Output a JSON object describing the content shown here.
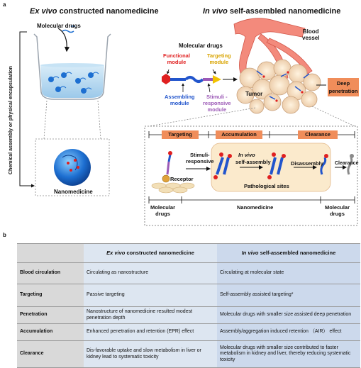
{
  "panel_a": {
    "letter": "a",
    "left_title_em": "Ex vivo",
    "left_title_rest": " constructed nanomedicine",
    "right_title_em": "In vivo",
    "right_title_rest": " self-assembled nanomedicine",
    "molecular_drugs_left": "Molecular drugs",
    "vertical_label": "Chemical assembly or physical encapsulation",
    "nanomedicine_label": "Nanomedicine",
    "molecular_drugs_right": "Molecular drugs",
    "functional_module": "Functional\nmodule",
    "targeting_module": "Targeting\nmodule",
    "assembling_module": "Assembling\nmodule",
    "stimuli_module": "Stimuli -\nresponsive\nmodule",
    "blood_vessel": "Blood\nvessel",
    "tumor": "Tumor",
    "deep_penetration": "Deep\npenetration",
    "stage_targeting": "Targeting",
    "stage_accumulation": "Accumulation",
    "stage_clearance": "Clearance",
    "stimuli_responsive": "Stimuli-\nresponsive",
    "in_vivo_em": "In vivo",
    "self_assembly": "self-assembly",
    "disassembly": "Disassembly",
    "clearance_arrow": "Clearance",
    "receptor": "Receptor",
    "pathological_sites": "Pathological sites",
    "bottom_molecular_drugs_1": "Molecular\ndrugs",
    "bottom_nanomedicine": "Nanomedicine",
    "bottom_molecular_drugs_2": "Molecular\ndrugs",
    "colors": {
      "orange": "#f08d5a",
      "red": "#e02020",
      "blue": "#2255cc",
      "purple": "#9b59b6",
      "yellow": "#f2c200",
      "cell_fill": "#fbeacc"
    }
  },
  "panel_b": {
    "letter": "b",
    "header": {
      "col1_em": "Ex vivo",
      "col1_rest": " constructed nanomedicine",
      "col2_em": "In vivo",
      "col2_rest": " self-assembled nanomedicine"
    },
    "rows": [
      {
        "label": "Blood circulation",
        "ex": "Circulating as nanostructure",
        "in": "Circulating at molecular state"
      },
      {
        "label": "Targeting",
        "ex": "Passive targeting",
        "in": "Self-assembly assisted targeting*"
      },
      {
        "label": "Penetration",
        "ex": "Nanostructure of nanomedicine resulted modest penetration depth",
        "in": "Molecular drugs with smaller size assisted deep penetration"
      },
      {
        "label": "Accumulation",
        "ex": "Enhanced penetration and retention (EPR) effect",
        "in": "Assembly/aggregation induced retention （AIR） effect"
      },
      {
        "label": "Clearance",
        "ex": "Dis-favorable uptake and slow metabolism in liver or kidney lead to systematic toxicity",
        "in": "Molecular drugs with smaller size contributed to faster metabolism in kidney and liver, thereby reducing systematic toxicity"
      }
    ]
  }
}
